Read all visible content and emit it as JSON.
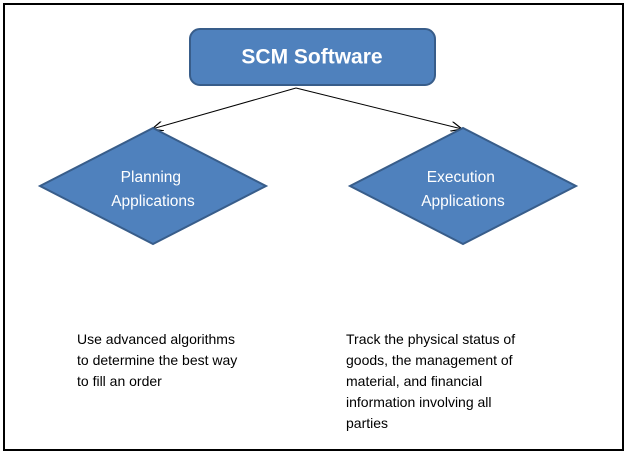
{
  "colors": {
    "node_fill": "#4f81bd",
    "node_stroke": "#385d8a",
    "node_text": "#ffffff",
    "connector": "#000000",
    "frame_border": "#000000"
  },
  "root": {
    "label": "SCM Software"
  },
  "branches": [
    {
      "label_lines": [
        "Planning",
        "Applications"
      ],
      "description_lines": [
        "Use advanced algorithms",
        "to determine the best way",
        "to fill an order"
      ]
    },
    {
      "label_lines": [
        "Execution",
        "Applications"
      ],
      "description_lines": [
        "Track the physical status of",
        "goods, the management of",
        "material, and financial",
        "information involving all",
        "parties"
      ]
    }
  ]
}
